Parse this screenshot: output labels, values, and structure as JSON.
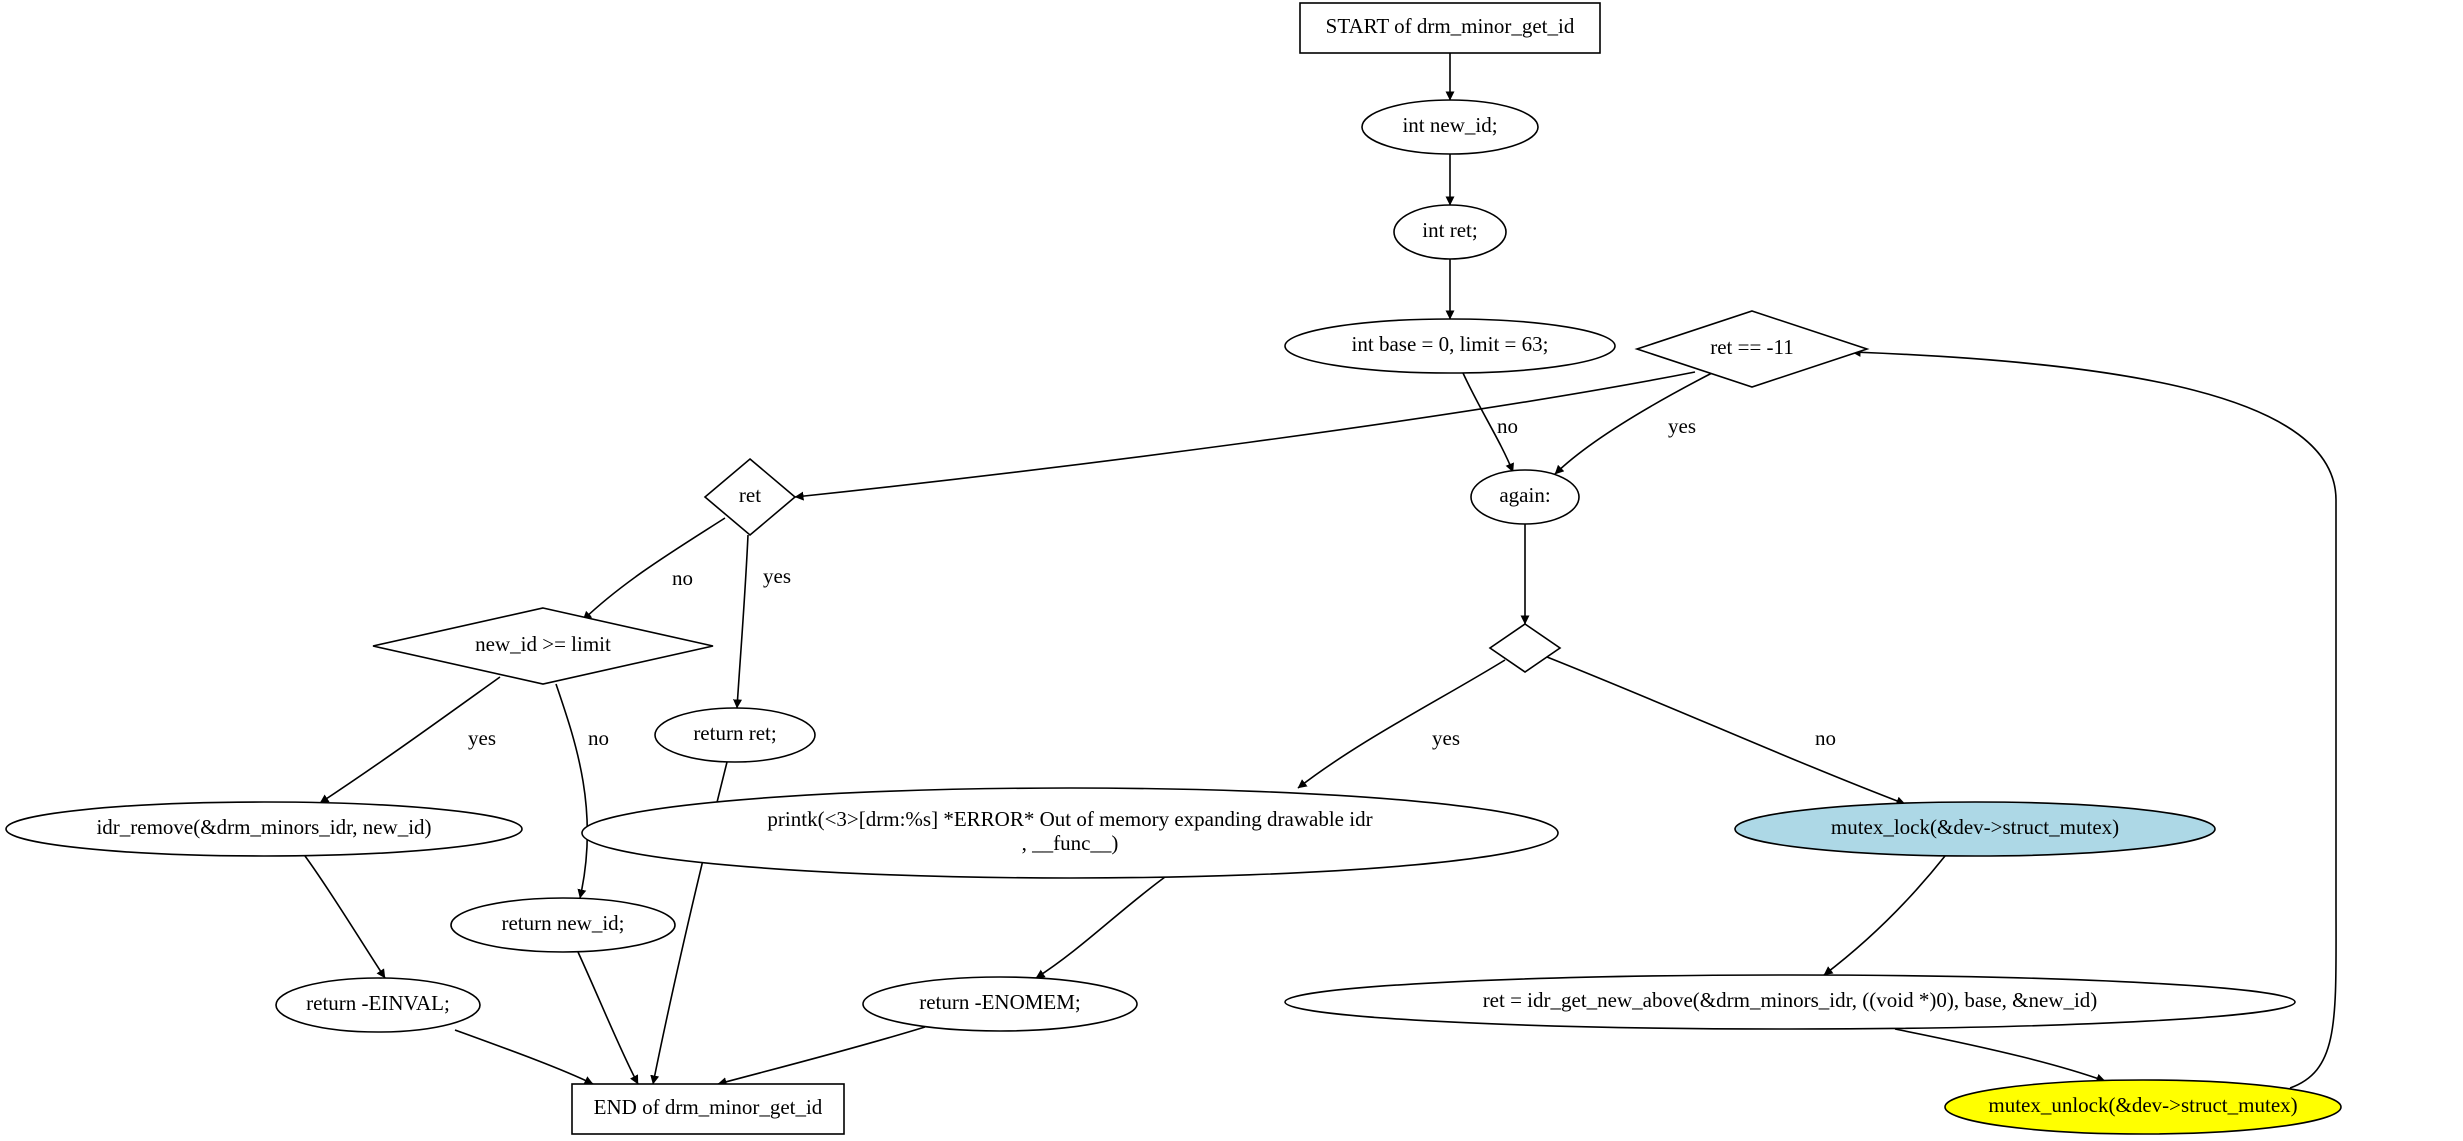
{
  "diagram": {
    "colors": {
      "default_fill": "#ffffff",
      "lock_fill": "#add8e6",
      "unlock_fill": "#ffff00",
      "stroke": "#000000"
    },
    "nodes": [
      {
        "id": "start",
        "shape": "box",
        "lines": [
          "START of drm_minor_get_id"
        ]
      },
      {
        "id": "decl_new_id",
        "shape": "ellipse",
        "lines": [
          "int new_id;"
        ]
      },
      {
        "id": "decl_ret",
        "shape": "ellipse",
        "lines": [
          "int ret;"
        ]
      },
      {
        "id": "decl_base",
        "shape": "ellipse",
        "lines": [
          "int base = 0, limit = 63;"
        ]
      },
      {
        "id": "cond_eagain",
        "shape": "diamond",
        "lines": [
          "ret == -11"
        ]
      },
      {
        "id": "cond_ret",
        "shape": "diamond",
        "lines": [
          "ret"
        ]
      },
      {
        "id": "again",
        "shape": "ellipse",
        "lines": [
          "again:"
        ]
      },
      {
        "id": "cond_empty",
        "shape": "diamond",
        "lines": []
      },
      {
        "id": "cond_limit",
        "shape": "diamond",
        "lines": [
          "new_id >= limit"
        ]
      },
      {
        "id": "ret_ret",
        "shape": "ellipse",
        "lines": [
          "return ret;"
        ]
      },
      {
        "id": "idr_remove",
        "shape": "ellipse",
        "lines": [
          "idr_remove(&drm_minors_idr, new_id)"
        ]
      },
      {
        "id": "printk",
        "shape": "ellipse",
        "lines": [
          "printk(<3>[drm:%s] *ERROR* Out of memory expanding drawable idr",
          ", __func__)"
        ]
      },
      {
        "id": "mutex_lock",
        "shape": "ellipse",
        "fill": "lock",
        "lines": [
          "mutex_lock(&dev->struct_mutex)"
        ]
      },
      {
        "id": "ret_new_id",
        "shape": "ellipse",
        "lines": [
          "return new_id;"
        ]
      },
      {
        "id": "ret_einval",
        "shape": "ellipse",
        "lines": [
          "return -EINVAL;"
        ]
      },
      {
        "id": "ret_enomem",
        "shape": "ellipse",
        "lines": [
          "return -ENOMEM;"
        ]
      },
      {
        "id": "idr_get",
        "shape": "ellipse",
        "lines": [
          "ret = idr_get_new_above(&drm_minors_idr, ((void *)0), base, &new_id)"
        ]
      },
      {
        "id": "end",
        "shape": "box",
        "lines": [
          "END of drm_minor_get_id"
        ]
      },
      {
        "id": "mutex_unlock",
        "shape": "ellipse",
        "fill": "unlock",
        "lines": [
          "mutex_unlock(&dev->struct_mutex)"
        ]
      }
    ],
    "edges": [
      {
        "from": "start",
        "to": "decl_new_id",
        "label": ""
      },
      {
        "from": "decl_new_id",
        "to": "decl_ret",
        "label": ""
      },
      {
        "from": "decl_ret",
        "to": "decl_base",
        "label": ""
      },
      {
        "from": "decl_base",
        "to": "again",
        "label": "no"
      },
      {
        "from": "cond_eagain",
        "to": "again",
        "label": "yes"
      },
      {
        "from": "cond_eagain",
        "to": "cond_ret",
        "label": ""
      },
      {
        "from": "again",
        "to": "cond_empty",
        "label": ""
      },
      {
        "from": "cond_ret",
        "to": "cond_limit",
        "label": "no"
      },
      {
        "from": "cond_ret",
        "to": "ret_ret",
        "label": "yes"
      },
      {
        "from": "cond_limit",
        "to": "idr_remove",
        "label": "yes"
      },
      {
        "from": "cond_limit",
        "to": "ret_new_id",
        "label": "no"
      },
      {
        "from": "cond_empty",
        "to": "printk",
        "label": "yes"
      },
      {
        "from": "cond_empty",
        "to": "mutex_lock",
        "label": "no"
      },
      {
        "from": "idr_remove",
        "to": "ret_einval",
        "label": ""
      },
      {
        "from": "printk",
        "to": "ret_enomem",
        "label": ""
      },
      {
        "from": "mutex_lock",
        "to": "idr_get",
        "label": ""
      },
      {
        "from": "ret_ret",
        "to": "end",
        "label": ""
      },
      {
        "from": "ret_new_id",
        "to": "end",
        "label": ""
      },
      {
        "from": "ret_einval",
        "to": "end",
        "label": ""
      },
      {
        "from": "ret_enomem",
        "to": "end",
        "label": ""
      },
      {
        "from": "idr_get",
        "to": "mutex_unlock",
        "label": ""
      },
      {
        "from": "mutex_unlock",
        "to": "cond_eagain",
        "label": ""
      }
    ]
  }
}
